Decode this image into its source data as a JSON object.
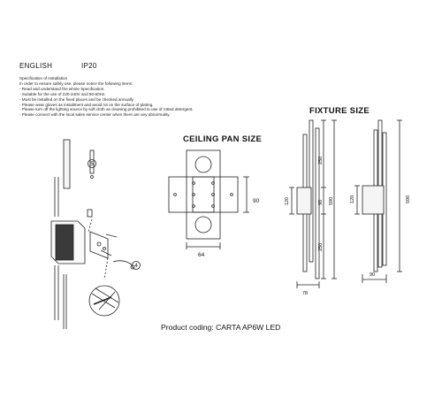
{
  "header": {
    "language": "ENGLISH",
    "ip_rating": "IP20"
  },
  "spec": {
    "title": "Specification of installation",
    "lines": [
      "In order to ensure safely use, please notice the following items:",
      "- Read and understand the whole Specification.",
      "- Suitable for the use of 220-240V and 50-60Hz.",
      "- Must be installed on the fixed places and be checked annually",
      "- Please wear gloves as installment and avoid rot on the surface of plating.",
      "- Please turn off the lighting source by soft cloth as cleaning prohibited to use of rotted detergent.",
      "- Please connect with the local sales service center when there are any abnormality."
    ]
  },
  "ceiling_pan": {
    "title": "CEILING PAN SIZE",
    "dim_height": "90",
    "dim_width": "64"
  },
  "fixture": {
    "title": "FIXTURE SIZE",
    "front": {
      "top": "250",
      "mid": "90",
      "bottom": "250",
      "total": "590",
      "body": "120",
      "width": "78"
    },
    "side": {
      "body": "120",
      "total": "590",
      "width": "90"
    }
  },
  "assembly": {
    "callouts": [
      "5",
      "4"
    ]
  },
  "product_coding": "Product coding: CARTA AP6W LED"
}
